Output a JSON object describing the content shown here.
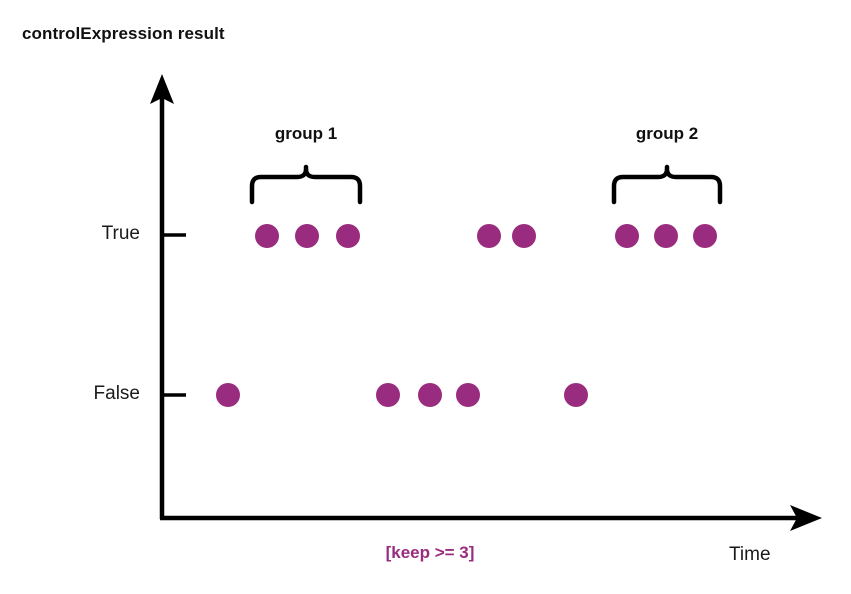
{
  "title": "controlExpression result",
  "colors": {
    "marker": "#992C7E",
    "axis": "#000000",
    "text": "#1a1a1a",
    "background": "#ffffff",
    "annotation": "#992C7E"
  },
  "axes": {
    "y_axis_name": "",
    "y_tick_labels": [
      "True",
      "False"
    ],
    "x_axis_name": "Time",
    "x_tick_labels": []
  },
  "annotations": {
    "keep_note": "[keep >= 3]",
    "groups": [
      {
        "label": "group 1",
        "brace_start_x": 250,
        "brace_end_x": 363,
        "count": 3
      },
      {
        "label": "group 2",
        "brace_start_x": 612,
        "brace_end_x": 723,
        "count": 3
      }
    ]
  },
  "chart_data": {
    "type": "scatter",
    "title": "controlExpression result",
    "xlabel": "Time",
    "ylabel": "",
    "categories": [
      "True",
      "False"
    ],
    "grid": false,
    "legend": "none",
    "series": [
      {
        "name": "True",
        "y": "True",
        "color": "#992C7E",
        "x": [
          267,
          307,
          348,
          489,
          524,
          627,
          666,
          705
        ]
      },
      {
        "name": "False",
        "y": "False",
        "color": "#992C7E",
        "x": [
          228,
          388,
          430,
          468,
          576
        ]
      }
    ],
    "points": [
      {
        "x": 228,
        "value": "False"
      },
      {
        "x": 267,
        "value": "True"
      },
      {
        "x": 307,
        "value": "True"
      },
      {
        "x": 348,
        "value": "True"
      },
      {
        "x": 388,
        "value": "False"
      },
      {
        "x": 430,
        "value": "False"
      },
      {
        "x": 468,
        "value": "False"
      },
      {
        "x": 489,
        "value": "True"
      },
      {
        "x": 524,
        "value": "True"
      },
      {
        "x": 576,
        "value": "False"
      },
      {
        "x": 627,
        "value": "True"
      },
      {
        "x": 666,
        "value": "True"
      },
      {
        "x": 705,
        "value": "True"
      }
    ],
    "annotations": [
      "group 1",
      "group 2",
      "[keep >= 3]"
    ]
  }
}
